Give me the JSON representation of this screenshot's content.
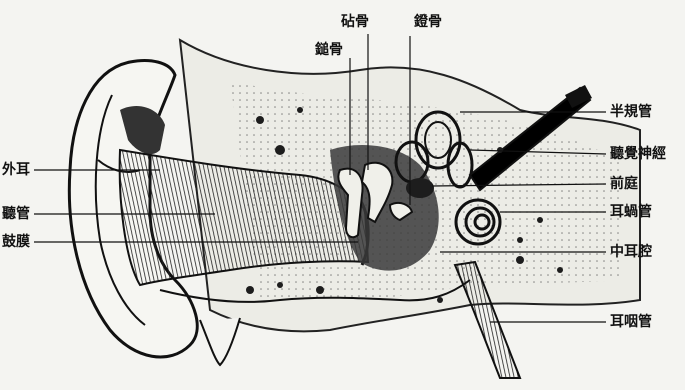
{
  "labels": {
    "outer_ear": "外耳",
    "ear_canal": "聽管",
    "eardrum": "鼓膜",
    "incus": "砧骨",
    "malleus": "鎚骨",
    "stapes": "鐙骨",
    "semicircular_canals": "半規管",
    "auditory_nerve": "聽覺神經",
    "vestibule": "前庭",
    "cochlea": "耳蝸管",
    "middle_ear": "中耳腔",
    "eustachian_tube": "耳咽管"
  },
  "colors": {
    "ink": "#111111",
    "paper": "#f4f4f1",
    "shade": "#3a3a3a"
  }
}
